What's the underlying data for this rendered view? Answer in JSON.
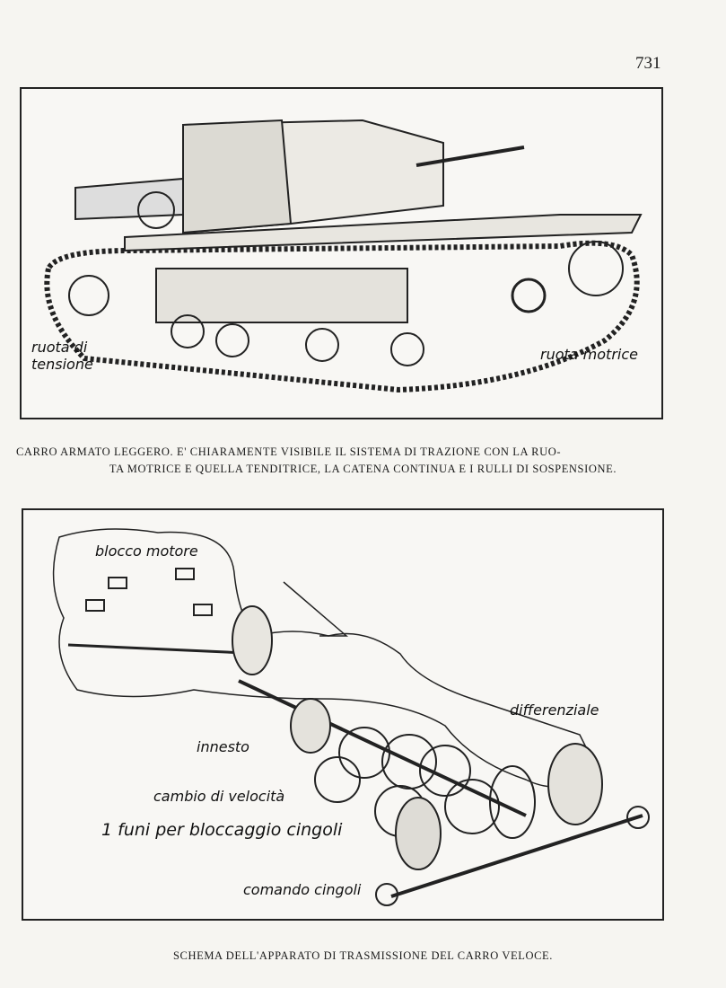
{
  "page_number": "731",
  "figure1": {
    "labels": {
      "tension_wheel_line1": "ruota di",
      "tension_wheel_line2": "tensione",
      "drive_wheel": "ruota motrice"
    },
    "caption_line1": "CARRO ARMATO LEGGERO. E' CHIARAMENTE VISIBILE IL SISTEMA DI TRAZIONE CON LA RUO-",
    "caption_line2": "TA MOTRICE E QUELLA TENDITRICE, LA CATENA CONTINUA E I RULLI DI SOSPENSIONE."
  },
  "figure2": {
    "labels": {
      "engine_block": "blocco motore",
      "differential": "differenziale",
      "clutch": "innesto",
      "gearbox": "cambio di velocità",
      "track_lock": "1 funi per bloccaggio cingoli",
      "track_control": "comando cingoli"
    },
    "caption": "SCHEMA DELL'APPARATO DI TRASMISSIONE DEL CARRO VELOCE."
  }
}
